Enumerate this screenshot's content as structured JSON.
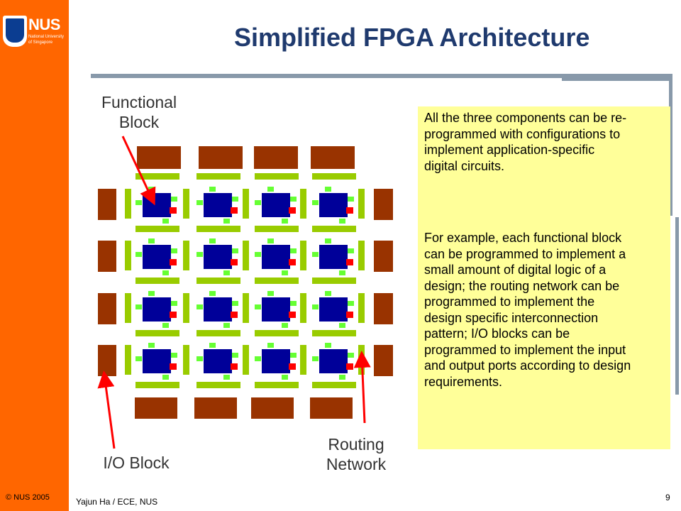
{
  "sidebar": {
    "logo": {
      "name": "NUS",
      "subtitle": "National University of Singapore"
    },
    "copyright": "© NUS 2005"
  },
  "slide": {
    "title": "Simplified FPGA Architecture",
    "labels": {
      "functional_block": "Functional\nBlock",
      "io_block": "I/O Block",
      "routing_network": "Routing\nNetwork"
    },
    "paragraphs": [
      "All the three components can be re-programmed with configurations to implement application-specific digital circuits.",
      "For example, each functional block can be programmed to implement a small amount of digital logic of a design; the routing network can be programmed to implement the design specific interconnection pattern; I/O blocks can be programmed to implement the input and output ports according to design requirements."
    ]
  },
  "footer": {
    "author": "Yajun Ha / ECE, NUS",
    "page_number": "9"
  },
  "colors": {
    "sidebar": "#ff6600",
    "title": "#1f3a6e",
    "text_box": "#ffff99",
    "io_block": "#993300",
    "routing": "#99cc00",
    "functional_block": "#000099",
    "pin_red": "#ff0000",
    "pin_green": "#66ff33",
    "arrow": "#ff0000"
  }
}
